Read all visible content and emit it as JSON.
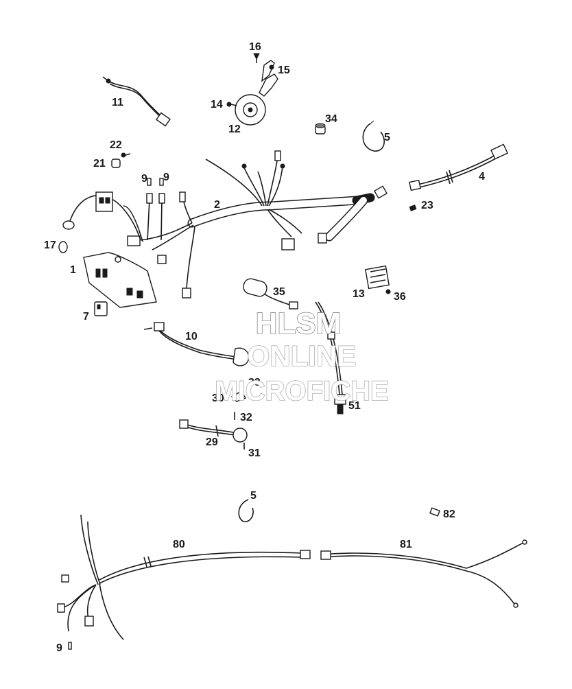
{
  "callouts": {
    "p1": "1",
    "p2": "2",
    "p4": "4",
    "p5a": "5",
    "p5b": "5",
    "p7": "7",
    "p9a": "9",
    "p9b": "9",
    "p9c": "9",
    "p10": "10",
    "p11": "11",
    "p12": "12",
    "p13": "13",
    "p14": "14",
    "p15": "15",
    "p16": "16",
    "p17": "17",
    "p21": "21",
    "p22": "22",
    "p23": "23",
    "p29": "29",
    "p30": "30",
    "p31": "31",
    "p32": "32",
    "p33": "33",
    "p34": "34",
    "p35": "35",
    "p36": "36",
    "p51": "51",
    "p80": "80",
    "p81": "81",
    "p82": "82"
  },
  "watermark": {
    "line1": "HLSM",
    "line2": "ONLINE",
    "line3": "MICROFICHE"
  },
  "colors": {
    "ink": "#1a1a1a",
    "watermark_outline": "#b0b0b0"
  }
}
